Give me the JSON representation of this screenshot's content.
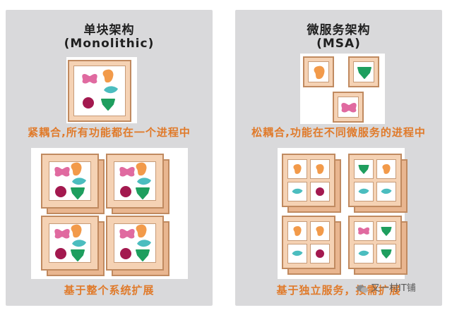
{
  "left_panel": {
    "title": "单块架构",
    "subtitle": "(Monolithic)",
    "caption_top": "紧耦合,所有功能都在一个进程中",
    "caption_bottom": "基于整个系统扩展"
  },
  "right_panel": {
    "title": "微服务架构",
    "subtitle": "(MSA)",
    "caption_top": "松耦合,功能在不同微服务的进程中",
    "caption_bottom": "基于独立服务，按需扩展"
  },
  "watermark": {
    "text": "又一村IT铺"
  },
  "colors": {
    "orange": "#f29a4a",
    "pink": "#e06aa0",
    "teal": "#4bbdbf",
    "green": "#1e9e5e",
    "maroon": "#a3194f",
    "box_fill": "#f5d2b4",
    "box_border": "#c08a60",
    "caption": "#e07a2a",
    "panel": "#d9d9db"
  }
}
